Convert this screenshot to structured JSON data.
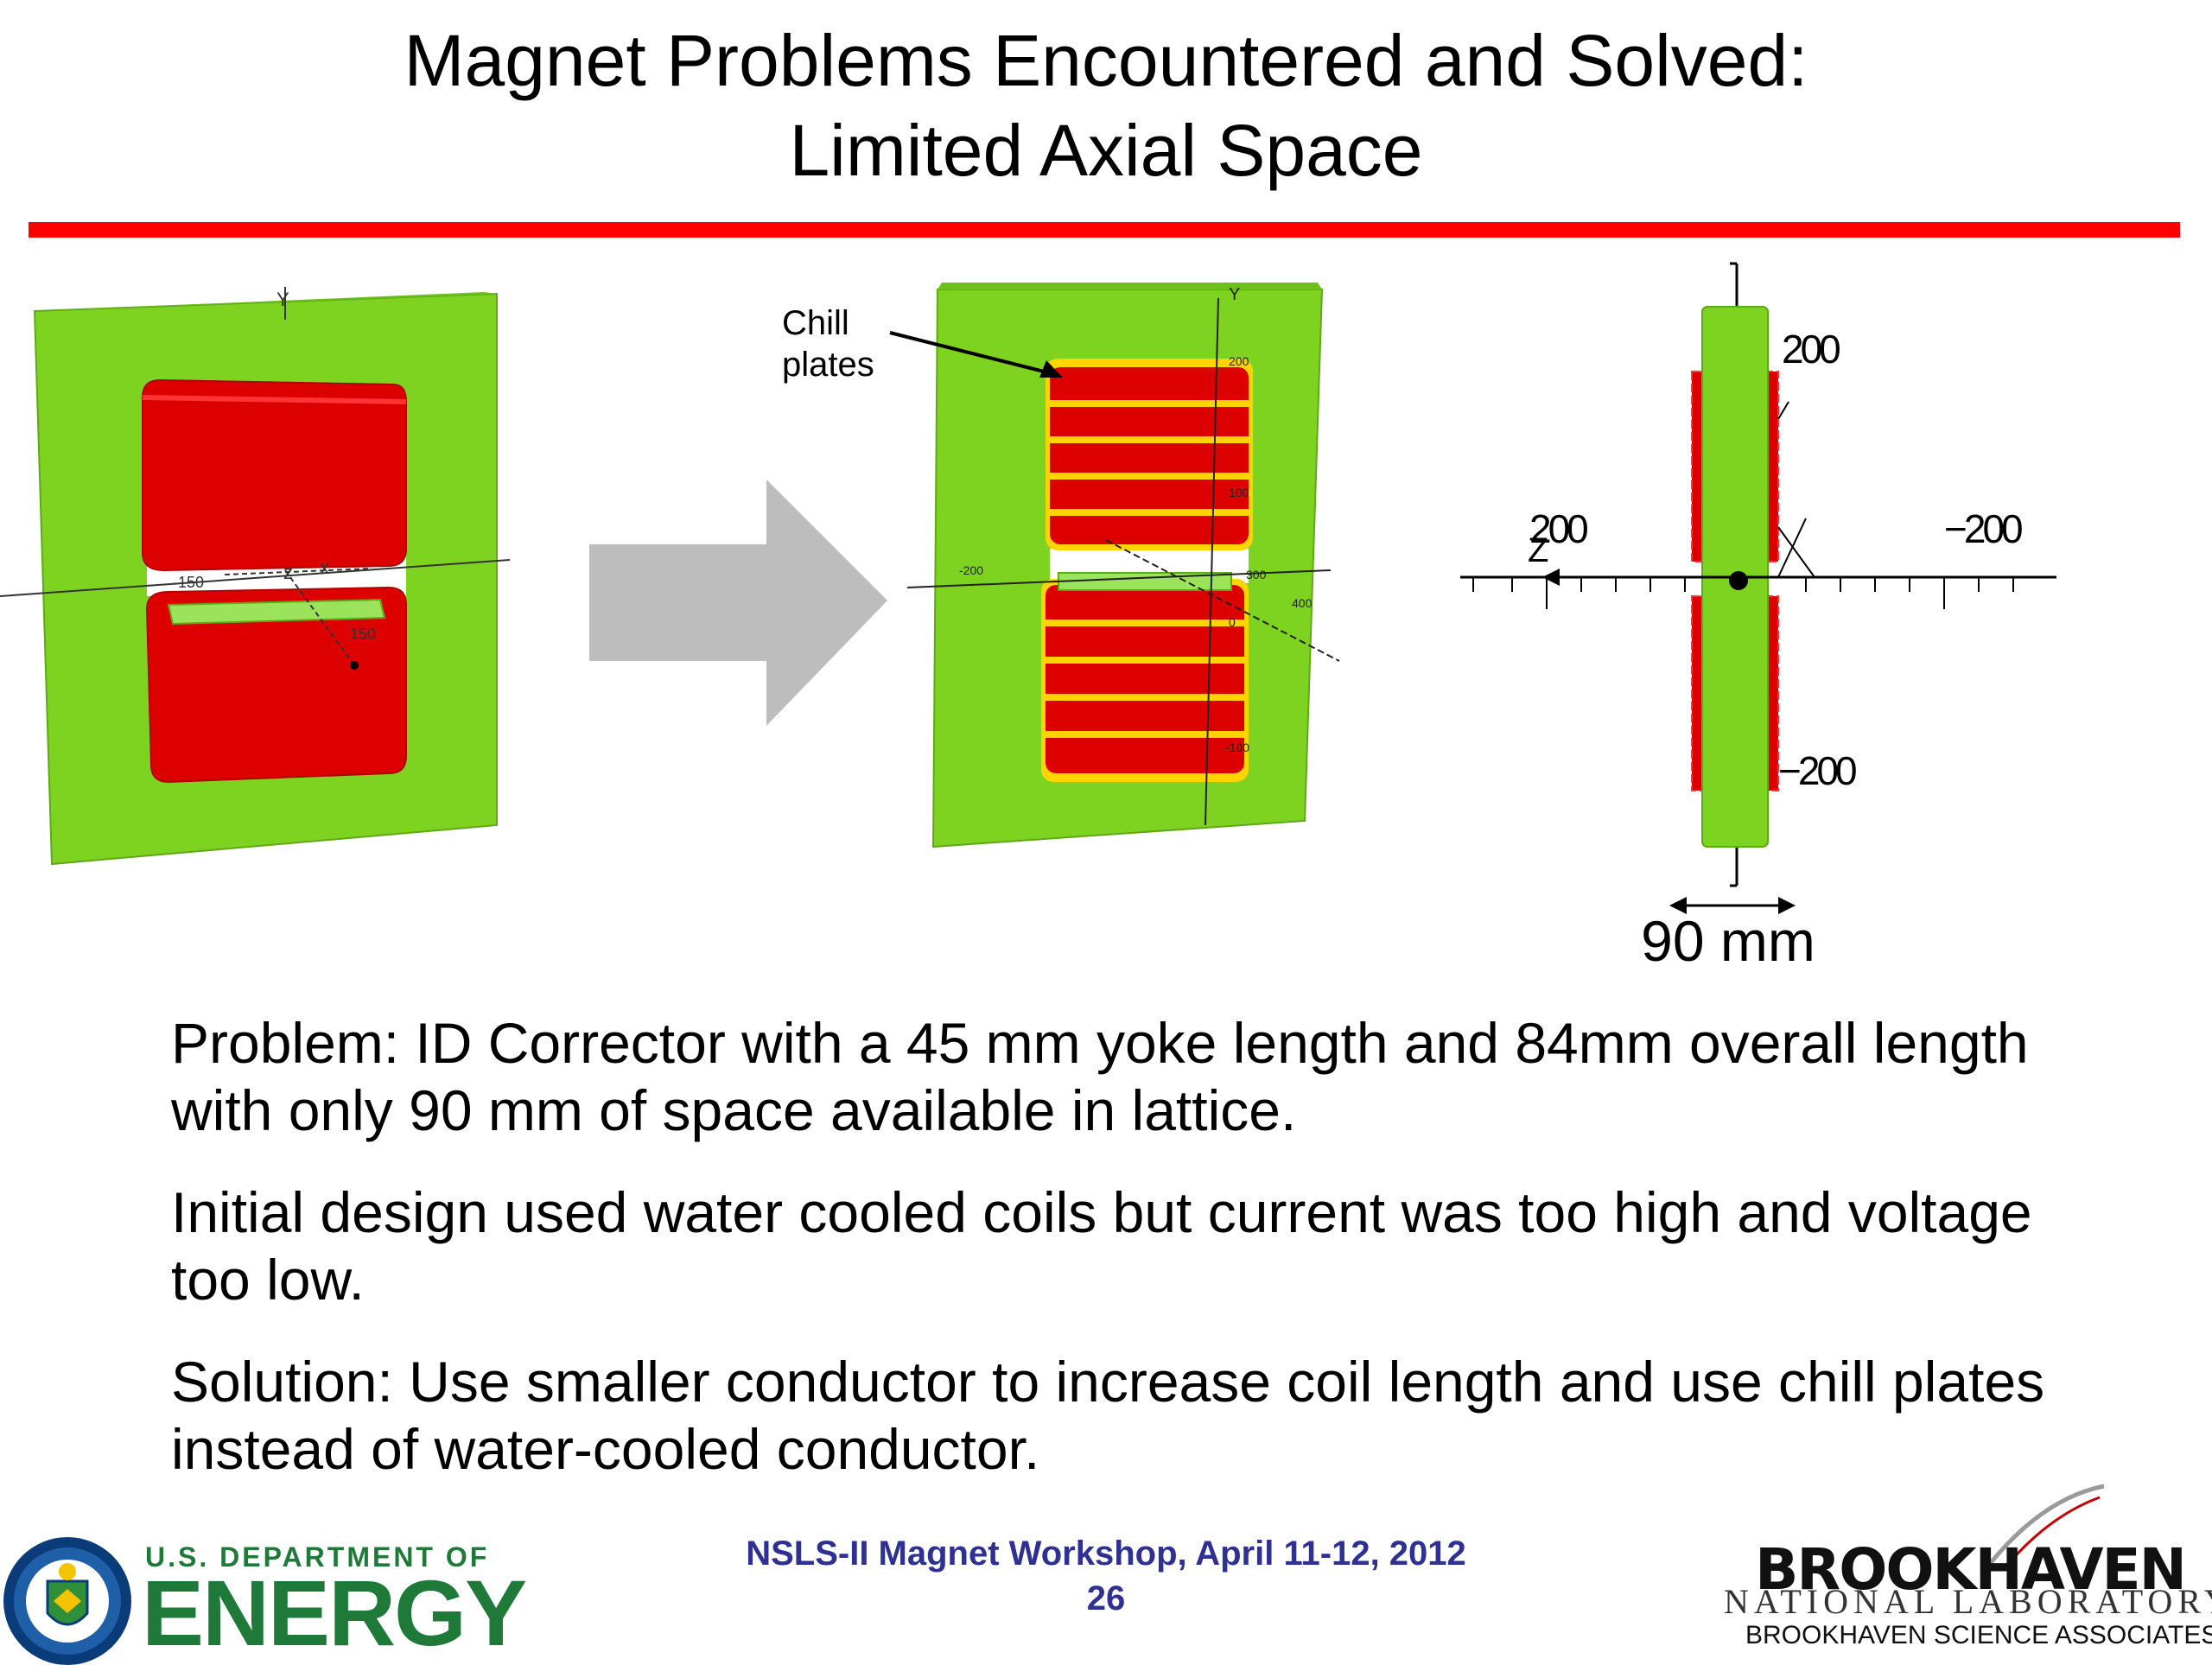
{
  "slide": {
    "title_line1": "Magnet Problems Encountered and Solved:",
    "title_line2": "Limited Axial Space",
    "figure": {
      "callout_line1": "Chill",
      "callout_line2": "plates",
      "left_axis_z": "z",
      "left_axis_x": "x",
      "left_axis_y": "Y",
      "left_tick_minus150": "-150",
      "left_tick_150": "150",
      "mid_axis_y": "Y",
      "mid_tick_200": "200",
      "mid_tick_100": "100",
      "mid_tick_0": "0",
      "mid_tick_minus100": "-100",
      "mid_tick_minus200": "-200",
      "mid_tick_400": "400",
      "mid_tick_300": "300",
      "right_tick_top": "200",
      "right_tick_left": "200",
      "right_tick_right": "−200",
      "right_tick_bottom": "−200",
      "right_axis_z": "Z",
      "dimension_label": "90 mm"
    },
    "paragraphs": [
      "Problem: ID Corrector with a 45 mm yoke length and 84mm overall length with only 90 mm of space available in lattice.",
      "Initial design used water cooled coils but current was too high and voltage too low.",
      "Solution: Use smaller conductor to increase coil length and use chill plates instead of water-cooled conductor."
    ]
  },
  "footer": {
    "workshop": "NSLS-II Magnet Workshop, April 11-12, 2012",
    "page_number": "26",
    "doe_label": "U.S. DEPARTMENT OF",
    "doe_word": "ENERGY",
    "bnl_name": "BROOKHAVEN",
    "bnl_sub": "NATIONAL LABORATORY",
    "bnl_sub2": "BROOKHAVEN SCIENCE ASSOCIATES"
  },
  "colors": {
    "rule": "#ff0000",
    "yoke_green": "#7ed321",
    "coil_red": "#dd0000",
    "chill_yellow": "#ffd400",
    "arrow_gray": "#bdbdbd",
    "footer_blue": "#2e3192",
    "doe_green": "#1f7a3a"
  },
  "icons": [
    "doe-seal-icon",
    "arrow-right-icon",
    "bnl-swoosh-icon"
  ]
}
